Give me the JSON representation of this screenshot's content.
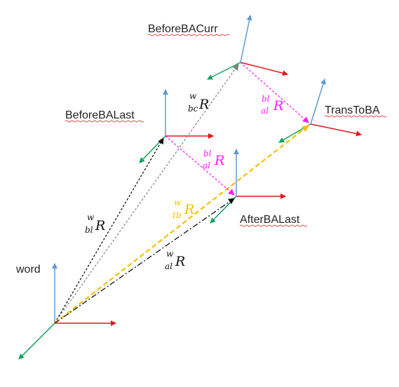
{
  "colors": {
    "x_axis": "#e8141c",
    "y_axis": "#5b9bd5",
    "z_axis": "#12a35a",
    "black": "#111111",
    "gray": "#8a8a8a",
    "magenta": "#ff1aff",
    "gold": "#f5c000"
  },
  "frames": {
    "word": "word",
    "before_ba_curr": "BeforeBACurr",
    "before_ba_last": "BeforeBALast",
    "trans_to_ba": "TransToBA",
    "after_ba_last": "AfterBALast"
  },
  "rotations": {
    "w_bl": {
      "sup": "w",
      "sub": "bl",
      "sym": "R"
    },
    "w_bc": {
      "sup": "w",
      "sub": "bc",
      "sym": "R"
    },
    "w_tb": {
      "sup": "w",
      "sub": "tb",
      "sym": "R"
    },
    "w_al": {
      "sup": "w",
      "sub": "al",
      "sym": "R"
    },
    "bl_al_top": {
      "sup": "bl",
      "sub": "al",
      "sym": "R"
    },
    "bl_al_mid": {
      "sup": "bl",
      "sub": "al",
      "sym": "R"
    }
  }
}
